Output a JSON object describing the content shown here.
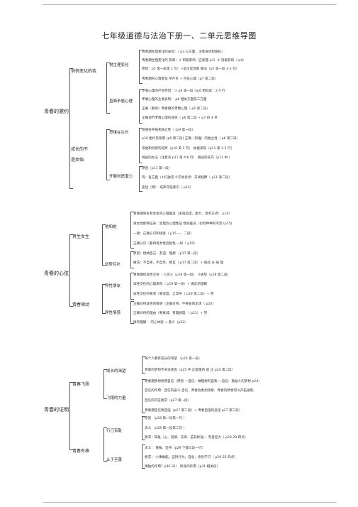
{
  "title": "七年级道德与法治下册一、二单元思维导图",
  "u1": {
    "name": "青春的邀约",
    "l2a": "悄悄变化的我",
    "l2b": "成长的不",
    "l2b2": "是烦恼",
    "l3": [
      "悦生理变化",
      "直面矛盾心理",
      "思维在生长",
      "开展创造潜力"
    ],
    "lines": [
      "青春期生理变化的表现：（                p3 三方面，注意身体和隐私）",
      "青春期生理变化的  影响：① 积极影响（正能量 p3）② 消极影响（   p4）",
      "原因：p5 第一段第 1 句）+是正常现象                    做法（p5 第一段 2-3 句）",
      "青春期的心理变化 所产生          +         内在心理（p7 第二段）",
      "矛盾心理的产生原因：①          p6 第一段   ②p6 相似处：2-4 行",
      "矛盾心理的主要表现：     p6 相关方面及三方面",
      "正确（看待）青春期的矛盾心理（              p6 第二段）",
      "正确调节矛盾心理的途径（          p6 第二段 + p7  的 4 点",
      "思维在开拓和独立性（                   (p9 第一段)",
      "p10 图片及案例  (p9 第二段)                    正确（思维）的独立性（     p6 第二段）",
      "思维和创新的培养（p10 第 2 句）        依据表现（p11      第 1-3 行）",
      "挑战的办法（注意点 p11 第 4-6     行）     挑战的技巧（p11 中  ）",
      "原因（p11 第一段）",
      "有：各方面（①打破常   ②学会思考：开阔视野（                p11 第二段）",
      "途径（增）：培养开拓意识（                 p12）"
    ]
  },
  "u2": {
    "name": "青春的心弦",
    "l2a": "男生女生",
    "l2b": "青春萌动",
    "l3": [
      "他和她",
      "优势互补",
      "异性朋友",
      "异性情感"
    ],
    "lines": [
      "青春期男生和女生的心理差异（主观态度、能力、思考方式）                    p14）",
      "男女性别特征表：生理及心理性征 性别差异（也有种种的不足                  (p15)",
      "                                        一要：正确认识和接受（        p15 一、二段）",
      "正确认识（看待男女性别角色                    一好（        p16）",
      "原因：悦纳自己、友谊、理想      （p17    第一段）",
      "做法：不自卑、不自负、相互（                p17 第二段）+ 彼此 分  层  理",
      "青春期的异性交往（       ①含义（p18 第一段）           ②表现（p18 第二段）",
      "异性交往的心理表现（       p19 第一段）+  彼此的理解",
      "异性交往的要求（要适度、止常中（                     p19 第二段）+ 完",
      "正确对待异性的情感（正确对待、不要盲目追求（                    p20）",
      "正确对待的理由（要真诚、有理想理    （                 p21）+      完",
      "情的理解：     内心体验  +     意义（p22）"
    ]
  },
  "u3": {
    "name": "青春的证明",
    "l2a": "青春飞扬",
    "l2b": "青春有格",
    "l3": [
      "成长的渴望",
      "飞翔的力量",
      "行己有耻",
      "止于至善"
    ],
    "lines": [
      "每个人都有成长的渴望   （p24 第一段）",
      "青春的梦想不去追逐会（p25 中  正能量的 提   正  p24  第二段）",
      "青春期梦想要用自信（原因       一自信：做理想的自我     一自信：激励人的梦想       p24）",
      "自信的作用：自信的奋斗 自信，青春会更加快意、青春的梦想得以开拓进取，",
      "自信的内在要求（p27 第一段）",
      "青春期自信要自强（p27 第二段）+ 青春自强的途径                 p27  第二段）",
      "原因      （p28 第一段第一句 ）",
      "含义      （p28 第一段第二句 ）",
      "要求：知耻（心、道德、法律、是非标准）、有自控力（               p28-29    四点）",
      "含义：  慎独、坚持（p29 下面三段一行）",
      "要求：  小事做起，坚持行为，自省，修身学习（                  p29-32    四点）",
      "慎独的作用？p30-31）         修身的作用（p31 相关段）"
    ]
  }
}
